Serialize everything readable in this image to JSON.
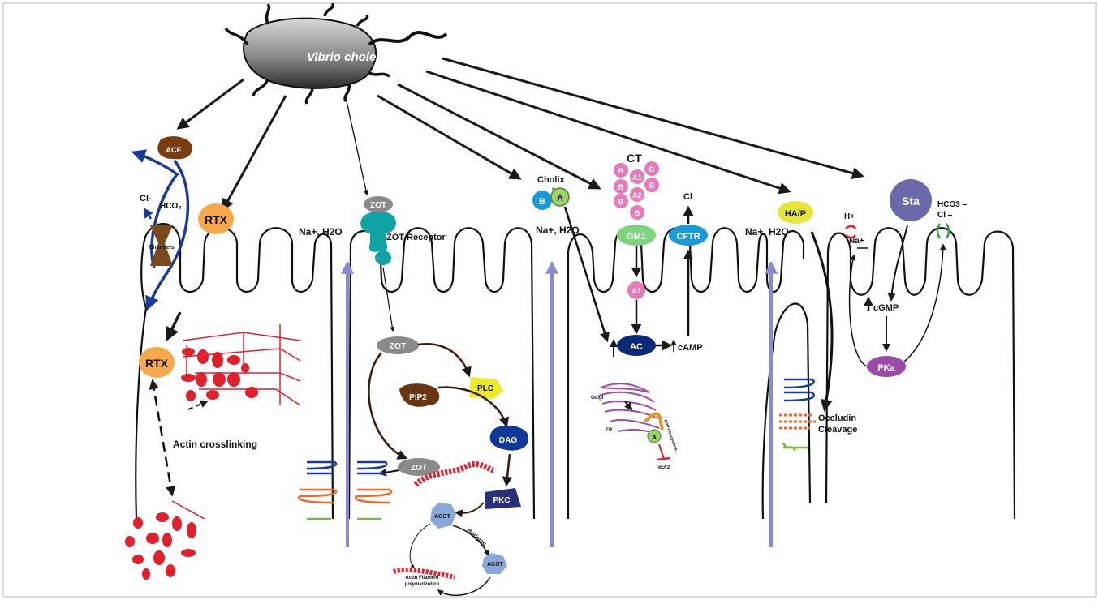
{
  "bacterium": {
    "name": "Vibrio cholerae"
  },
  "rtx": {
    "toxin_label": "RTX",
    "intracellular_label": "RTX",
    "crosslinking_label": "Actin crosslinking"
  },
  "ace": {
    "toxin_label": "ACE",
    "ion_cl": "Cl-",
    "ion_hco3": "HCO₃",
    "channel_label": "Channels"
  },
  "zot": {
    "toxin_label": "ZOT",
    "receptor_label": "ZOT Receptor",
    "internal_label": "ZOT",
    "lower_label": "ZOT",
    "plc_label": "PLC",
    "pip2_label": "PIP2",
    "dag_label": "DAG",
    "pkc_label": "PKC",
    "acgt_label": "ACGT",
    "acgt2_label": "ACGT",
    "bridging_label": "Bridging",
    "polymer_label_1": "Actin Filament",
    "polymer_label_2": "polymerizotion"
  },
  "ions": {
    "na_h2o_1": "Na+, H2O",
    "na_h2o_2": "Na+, H2O",
    "na_h2o_3": "Na+, H2O"
  },
  "cholix": {
    "title": "Cholix",
    "b_label": "B",
    "a_label": "A",
    "ss_label": "S=S",
    "golgi_label": "Golgi",
    "er_label": "ER",
    "a_er_label": "A",
    "adp_label": "ADP-ribosylation",
    "eef2_label": "eEF2"
  },
  "ct": {
    "title": "CT",
    "subunits": [
      "B",
      "A1",
      "B",
      "B",
      "B",
      "A2",
      "B",
      "B"
    ],
    "gm1_label": "GM1",
    "a1_label": "A1",
    "ac_label": "AC",
    "camp_label": "cAMP",
    "cftr_label": "CFTR",
    "cl_label": "Cl"
  },
  "hap": {
    "toxin_label": "HA/P",
    "occludin_line1": "Occludin",
    "occludin_line2": "Cleavage"
  },
  "sta": {
    "toxin_label": "Sta",
    "h_label": "H+",
    "na_label": "Na+",
    "hco3_label": "HCO3 –",
    "cl_label": "Cl –",
    "cgmp_label": "cGMP",
    "pka_label": "PKa"
  },
  "colors": {
    "ace": "#7a3d10",
    "rtx": "#f5a94a",
    "zot": "#8a8a8a",
    "receptor": "#0fa3a3",
    "plc": "#eaea2a",
    "pip2": "#6b3410",
    "dag": "#10389a",
    "pkc": "#2a2f7a",
    "acgt": "#8aa8d8",
    "actin": "#e0202a",
    "ct": "#e87ab8",
    "gm1": "#7ed47e",
    "cftr": "#1a9ad8",
    "ac": "#0a2a78",
    "hap": "#e6e63a",
    "sta": "#6a6aaa",
    "pka": "#9a4aa8",
    "golgi": "#a24aa8",
    "tj_blue": "#1a3aa0",
    "tj_orange": "#ee6a2a",
    "tj_green": "#7ab840",
    "flow": "#8a8ad0",
    "ace_arrow": "#1a3a9a"
  }
}
